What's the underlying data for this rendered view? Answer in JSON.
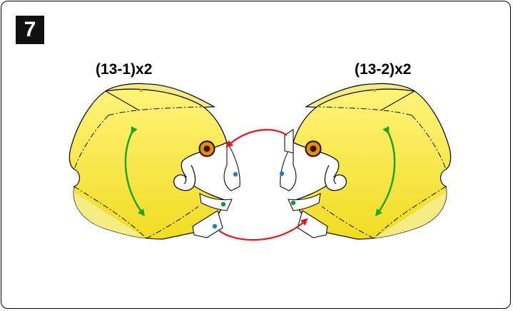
{
  "step": {
    "number": "7"
  },
  "parts": [
    {
      "label": "(13-1)x2",
      "side": "left"
    },
    {
      "label": "(13-2)x2",
      "side": "right"
    }
  ],
  "colors": {
    "body_yellow": "#f7e33a",
    "body_yellow_light": "#fff37a",
    "fin_yellow": "#f6ec85",
    "eye_ring": "#2b1a05",
    "eye_iris": "#e88a12",
    "swap_arrow": "#e8141c",
    "fold_arrow": "#1fa31a",
    "dot_blue": "#1d7fd1",
    "dot_green": "#17913a",
    "dot_orange": "#f28c1e",
    "outline": "#111111"
  }
}
